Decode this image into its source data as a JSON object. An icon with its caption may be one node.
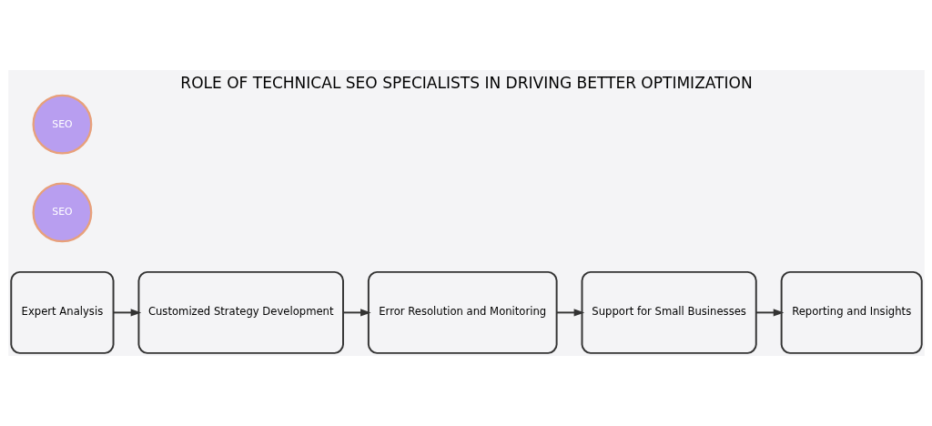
{
  "diagram": {
    "title": "ROLE OF TECHNICAL SEO SPECIALISTS IN DRIVING BETTER OPTIMIZATION",
    "nodes": [
      {
        "text": [
          "Expert Analysis"
        ]
      },
      {
        "text": [
          "Customized Strategy Development"
        ]
      },
      {
        "text": [
          "Error Resolution and Monitoring"
        ]
      },
      {
        "text": [
          "Support for Small Businesses"
        ]
      },
      {
        "text": [
          "Reporting and Insights"
        ]
      }
    ],
    "edges": [
      {
        "from": 0,
        "to": 1,
        "arrow": "to"
      },
      {
        "from": 1,
        "to": 2,
        "arrow": "to"
      },
      {
        "from": 2,
        "to": 3,
        "arrow": "to"
      },
      {
        "from": 3,
        "to": 4,
        "arrow": "to"
      }
    ],
    "labels": [
      "SEO",
      "SEO"
    ]
  }
}
